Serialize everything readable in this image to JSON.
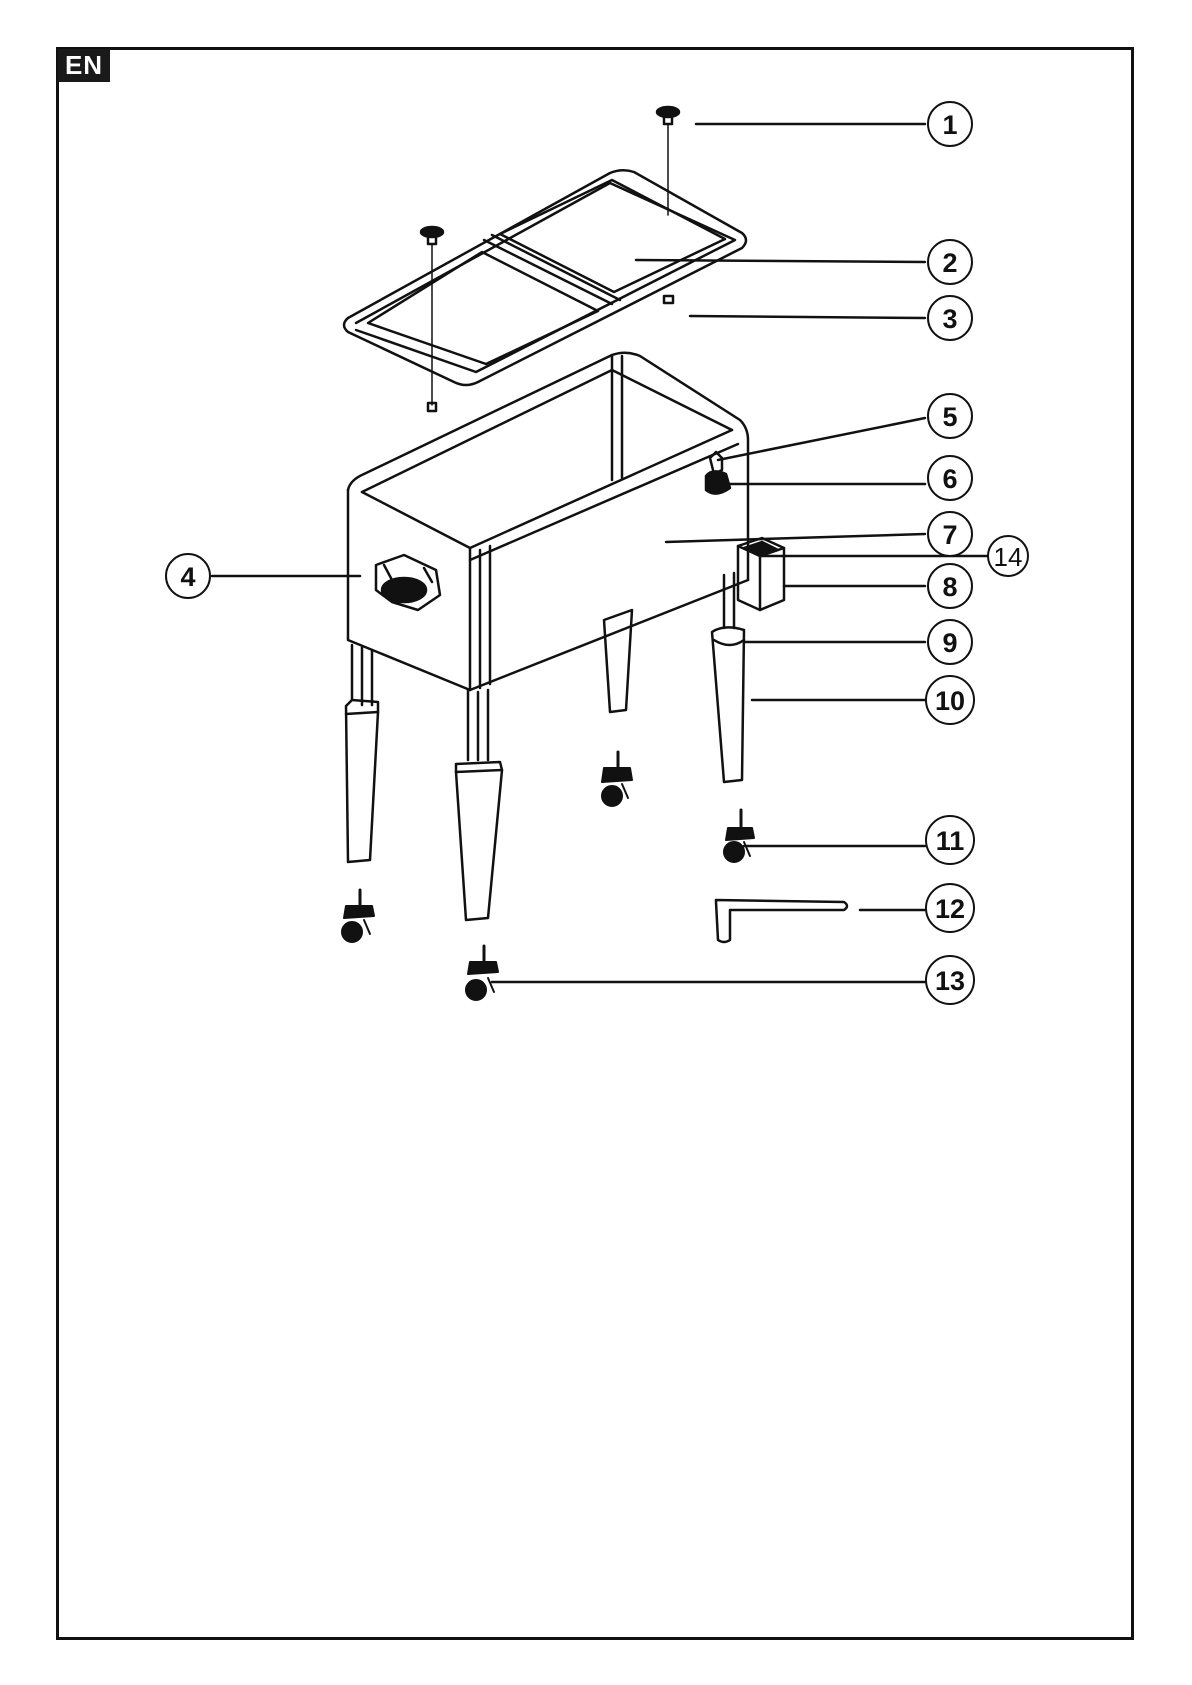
{
  "language_badge": "EN",
  "callouts": [
    {
      "id": 1,
      "label": "1"
    },
    {
      "id": 2,
      "label": "2"
    },
    {
      "id": 3,
      "label": "3"
    },
    {
      "id": 4,
      "label": "4"
    },
    {
      "id": 5,
      "label": "5"
    },
    {
      "id": 6,
      "label": "6"
    },
    {
      "id": 7,
      "label": "7"
    },
    {
      "id": 8,
      "label": "8"
    },
    {
      "id": 9,
      "label": "9"
    },
    {
      "id": 10,
      "label": "10"
    },
    {
      "id": 11,
      "label": "11"
    },
    {
      "id": 12,
      "label": "12"
    },
    {
      "id": 13,
      "label": "13"
    },
    {
      "id": 14,
      "label": "14"
    }
  ],
  "colors": {
    "ink": "#111111",
    "badge_bg": "#1a1a1a",
    "badge_fg": "#ffffff"
  }
}
